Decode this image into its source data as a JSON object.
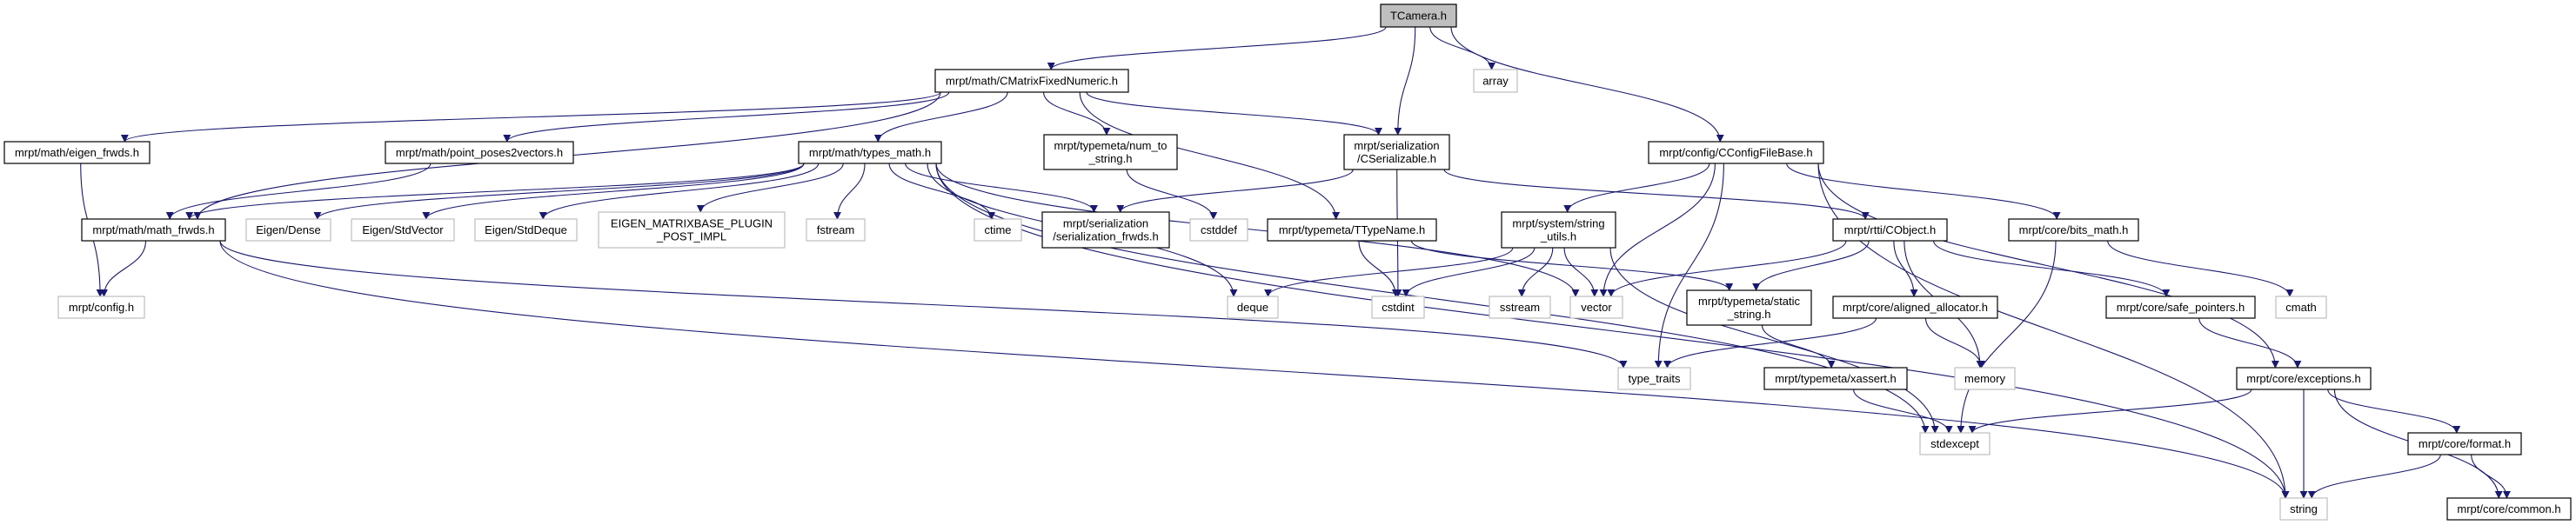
{
  "graph": {
    "title": "TCamera.h",
    "colors": {
      "edge": "#191970",
      "root_fill": "#bfbfbf",
      "documented_border": "#000000",
      "external_border": "#bfbfbf"
    },
    "nodes": [
      {
        "id": "tcamera",
        "label": [
          "TCamera.h"
        ],
        "kind": "root"
      },
      {
        "id": "cmatrix",
        "label": [
          "mrpt/math/CMatrixFixedNumeric.h"
        ],
        "kind": "documented"
      },
      {
        "id": "array",
        "label": [
          "array"
        ],
        "kind": "external"
      },
      {
        "id": "eigen_frwds",
        "label": [
          "mrpt/math/eigen_frwds.h"
        ],
        "kind": "documented"
      },
      {
        "id": "pp2v",
        "label": [
          "mrpt/math/point_poses2vectors.h"
        ],
        "kind": "documented"
      },
      {
        "id": "types_math",
        "label": [
          "mrpt/math/types_math.h"
        ],
        "kind": "documented"
      },
      {
        "id": "num_to_string",
        "label": [
          "mrpt/typemeta/num_to",
          "_string.h"
        ],
        "kind": "documented"
      },
      {
        "id": "cserializable",
        "label": [
          "mrpt/serialization",
          "/CSerializable.h"
        ],
        "kind": "documented"
      },
      {
        "id": "cconfig",
        "label": [
          "mrpt/config/CConfigFileBase.h"
        ],
        "kind": "documented"
      },
      {
        "id": "math_frwds",
        "label": [
          "mrpt/math/math_frwds.h"
        ],
        "kind": "documented"
      },
      {
        "id": "eigen_dense",
        "label": [
          "Eigen/Dense"
        ],
        "kind": "external"
      },
      {
        "id": "eigen_stdvector",
        "label": [
          "Eigen/StdVector"
        ],
        "kind": "external"
      },
      {
        "id": "eigen_stddeque",
        "label": [
          "Eigen/StdDeque"
        ],
        "kind": "external"
      },
      {
        "id": "eigen_plugin",
        "label": [
          "EIGEN_MATRIXBASE_PLUGIN",
          "_POST_IMPL"
        ],
        "kind": "external"
      },
      {
        "id": "fstream",
        "label": [
          "fstream"
        ],
        "kind": "external"
      },
      {
        "id": "ctime",
        "label": [
          "ctime"
        ],
        "kind": "external"
      },
      {
        "id": "ser_frwds",
        "label": [
          "mrpt/serialization",
          "/serialization_frwds.h"
        ],
        "kind": "documented"
      },
      {
        "id": "cstddef",
        "label": [
          "cstddef"
        ],
        "kind": "external"
      },
      {
        "id": "ttypename",
        "label": [
          "mrpt/typemeta/TTypeName.h"
        ],
        "kind": "documented"
      },
      {
        "id": "string_utils",
        "label": [
          "mrpt/system/string",
          "_utils.h"
        ],
        "kind": "documented"
      },
      {
        "id": "cobject",
        "label": [
          "mrpt/rtti/CObject.h"
        ],
        "kind": "documented"
      },
      {
        "id": "bits_math",
        "label": [
          "mrpt/core/bits_math.h"
        ],
        "kind": "documented"
      },
      {
        "id": "config_h",
        "label": [
          "mrpt/config.h"
        ],
        "kind": "external"
      },
      {
        "id": "deque",
        "label": [
          "deque"
        ],
        "kind": "external"
      },
      {
        "id": "cstdint",
        "label": [
          "cstdint"
        ],
        "kind": "external"
      },
      {
        "id": "sstream",
        "label": [
          "sstream"
        ],
        "kind": "external"
      },
      {
        "id": "vector",
        "label": [
          "vector"
        ],
        "kind": "external"
      },
      {
        "id": "static_string",
        "label": [
          "mrpt/typemeta/static",
          "_string.h"
        ],
        "kind": "documented"
      },
      {
        "id": "aligned_alloc",
        "label": [
          "mrpt/core/aligned_allocator.h"
        ],
        "kind": "documented"
      },
      {
        "id": "safe_pointers",
        "label": [
          "mrpt/core/safe_pointers.h"
        ],
        "kind": "documented"
      },
      {
        "id": "cmath",
        "label": [
          "cmath"
        ],
        "kind": "external"
      },
      {
        "id": "type_traits",
        "label": [
          "type_traits"
        ],
        "kind": "external"
      },
      {
        "id": "xassert",
        "label": [
          "mrpt/typemeta/xassert.h"
        ],
        "kind": "documented"
      },
      {
        "id": "memory",
        "label": [
          "memory"
        ],
        "kind": "external"
      },
      {
        "id": "exceptions",
        "label": [
          "mrpt/core/exceptions.h"
        ],
        "kind": "documented"
      },
      {
        "id": "stdexcept",
        "label": [
          "stdexcept"
        ],
        "kind": "external"
      },
      {
        "id": "format",
        "label": [
          "mrpt/core/format.h"
        ],
        "kind": "documented"
      },
      {
        "id": "string",
        "label": [
          "string"
        ],
        "kind": "external"
      },
      {
        "id": "common",
        "label": [
          "mrpt/core/common.h"
        ],
        "kind": "documented"
      }
    ],
    "edges": [
      [
        "tcamera",
        "cmatrix"
      ],
      [
        "tcamera",
        "cserializable"
      ],
      [
        "tcamera",
        "array"
      ],
      [
        "tcamera",
        "cconfig"
      ],
      [
        "cmatrix",
        "eigen_frwds"
      ],
      [
        "cmatrix",
        "pp2v"
      ],
      [
        "cmatrix",
        "math_frwds"
      ],
      [
        "cmatrix",
        "types_math"
      ],
      [
        "cmatrix",
        "num_to_string"
      ],
      [
        "cmatrix",
        "ttypename"
      ],
      [
        "cmatrix",
        "cserializable"
      ],
      [
        "eigen_frwds",
        "config_h"
      ],
      [
        "pp2v",
        "math_frwds"
      ],
      [
        "types_math",
        "math_frwds"
      ],
      [
        "types_math",
        "eigen_dense"
      ],
      [
        "types_math",
        "eigen_stdvector"
      ],
      [
        "types_math",
        "eigen_stddeque"
      ],
      [
        "types_math",
        "eigen_plugin"
      ],
      [
        "types_math",
        "fstream"
      ],
      [
        "types_math",
        "ctime"
      ],
      [
        "types_math",
        "ser_frwds"
      ],
      [
        "types_math",
        "deque"
      ],
      [
        "types_math",
        "vector"
      ],
      [
        "types_math",
        "stdexcept"
      ],
      [
        "types_math",
        "string"
      ],
      [
        "math_frwds",
        "config_h"
      ],
      [
        "math_frwds",
        "type_traits"
      ],
      [
        "math_frwds",
        "string"
      ],
      [
        "num_to_string",
        "cstddef"
      ],
      [
        "cserializable",
        "ser_frwds"
      ],
      [
        "cserializable",
        "cstdint"
      ],
      [
        "cserializable",
        "cobject"
      ],
      [
        "ttypename",
        "cstdint"
      ],
      [
        "ttypename",
        "static_string"
      ],
      [
        "cconfig",
        "string_utils"
      ],
      [
        "cconfig",
        "vector"
      ],
      [
        "cconfig",
        "type_traits"
      ],
      [
        "cconfig",
        "bits_math"
      ],
      [
        "cconfig",
        "exceptions"
      ],
      [
        "cconfig",
        "string"
      ],
      [
        "string_utils",
        "deque"
      ],
      [
        "string_utils",
        "cstdint"
      ],
      [
        "string_utils",
        "sstream"
      ],
      [
        "string_utils",
        "vector"
      ],
      [
        "string_utils",
        "stdexcept"
      ],
      [
        "cobject",
        "vector"
      ],
      [
        "cobject",
        "static_string"
      ],
      [
        "cobject",
        "aligned_alloc"
      ],
      [
        "cobject",
        "memory"
      ],
      [
        "cobject",
        "safe_pointers"
      ],
      [
        "static_string",
        "xassert"
      ],
      [
        "aligned_alloc",
        "type_traits"
      ],
      [
        "aligned_alloc",
        "memory"
      ],
      [
        "xassert",
        "stdexcept"
      ],
      [
        "bits_math",
        "stdexcept"
      ],
      [
        "bits_math",
        "cmath"
      ],
      [
        "safe_pointers",
        "exceptions"
      ],
      [
        "exceptions",
        "stdexcept"
      ],
      [
        "exceptions",
        "string"
      ],
      [
        "exceptions",
        "format"
      ],
      [
        "exceptions",
        "common"
      ],
      [
        "format",
        "string"
      ],
      [
        "format",
        "common"
      ]
    ]
  }
}
